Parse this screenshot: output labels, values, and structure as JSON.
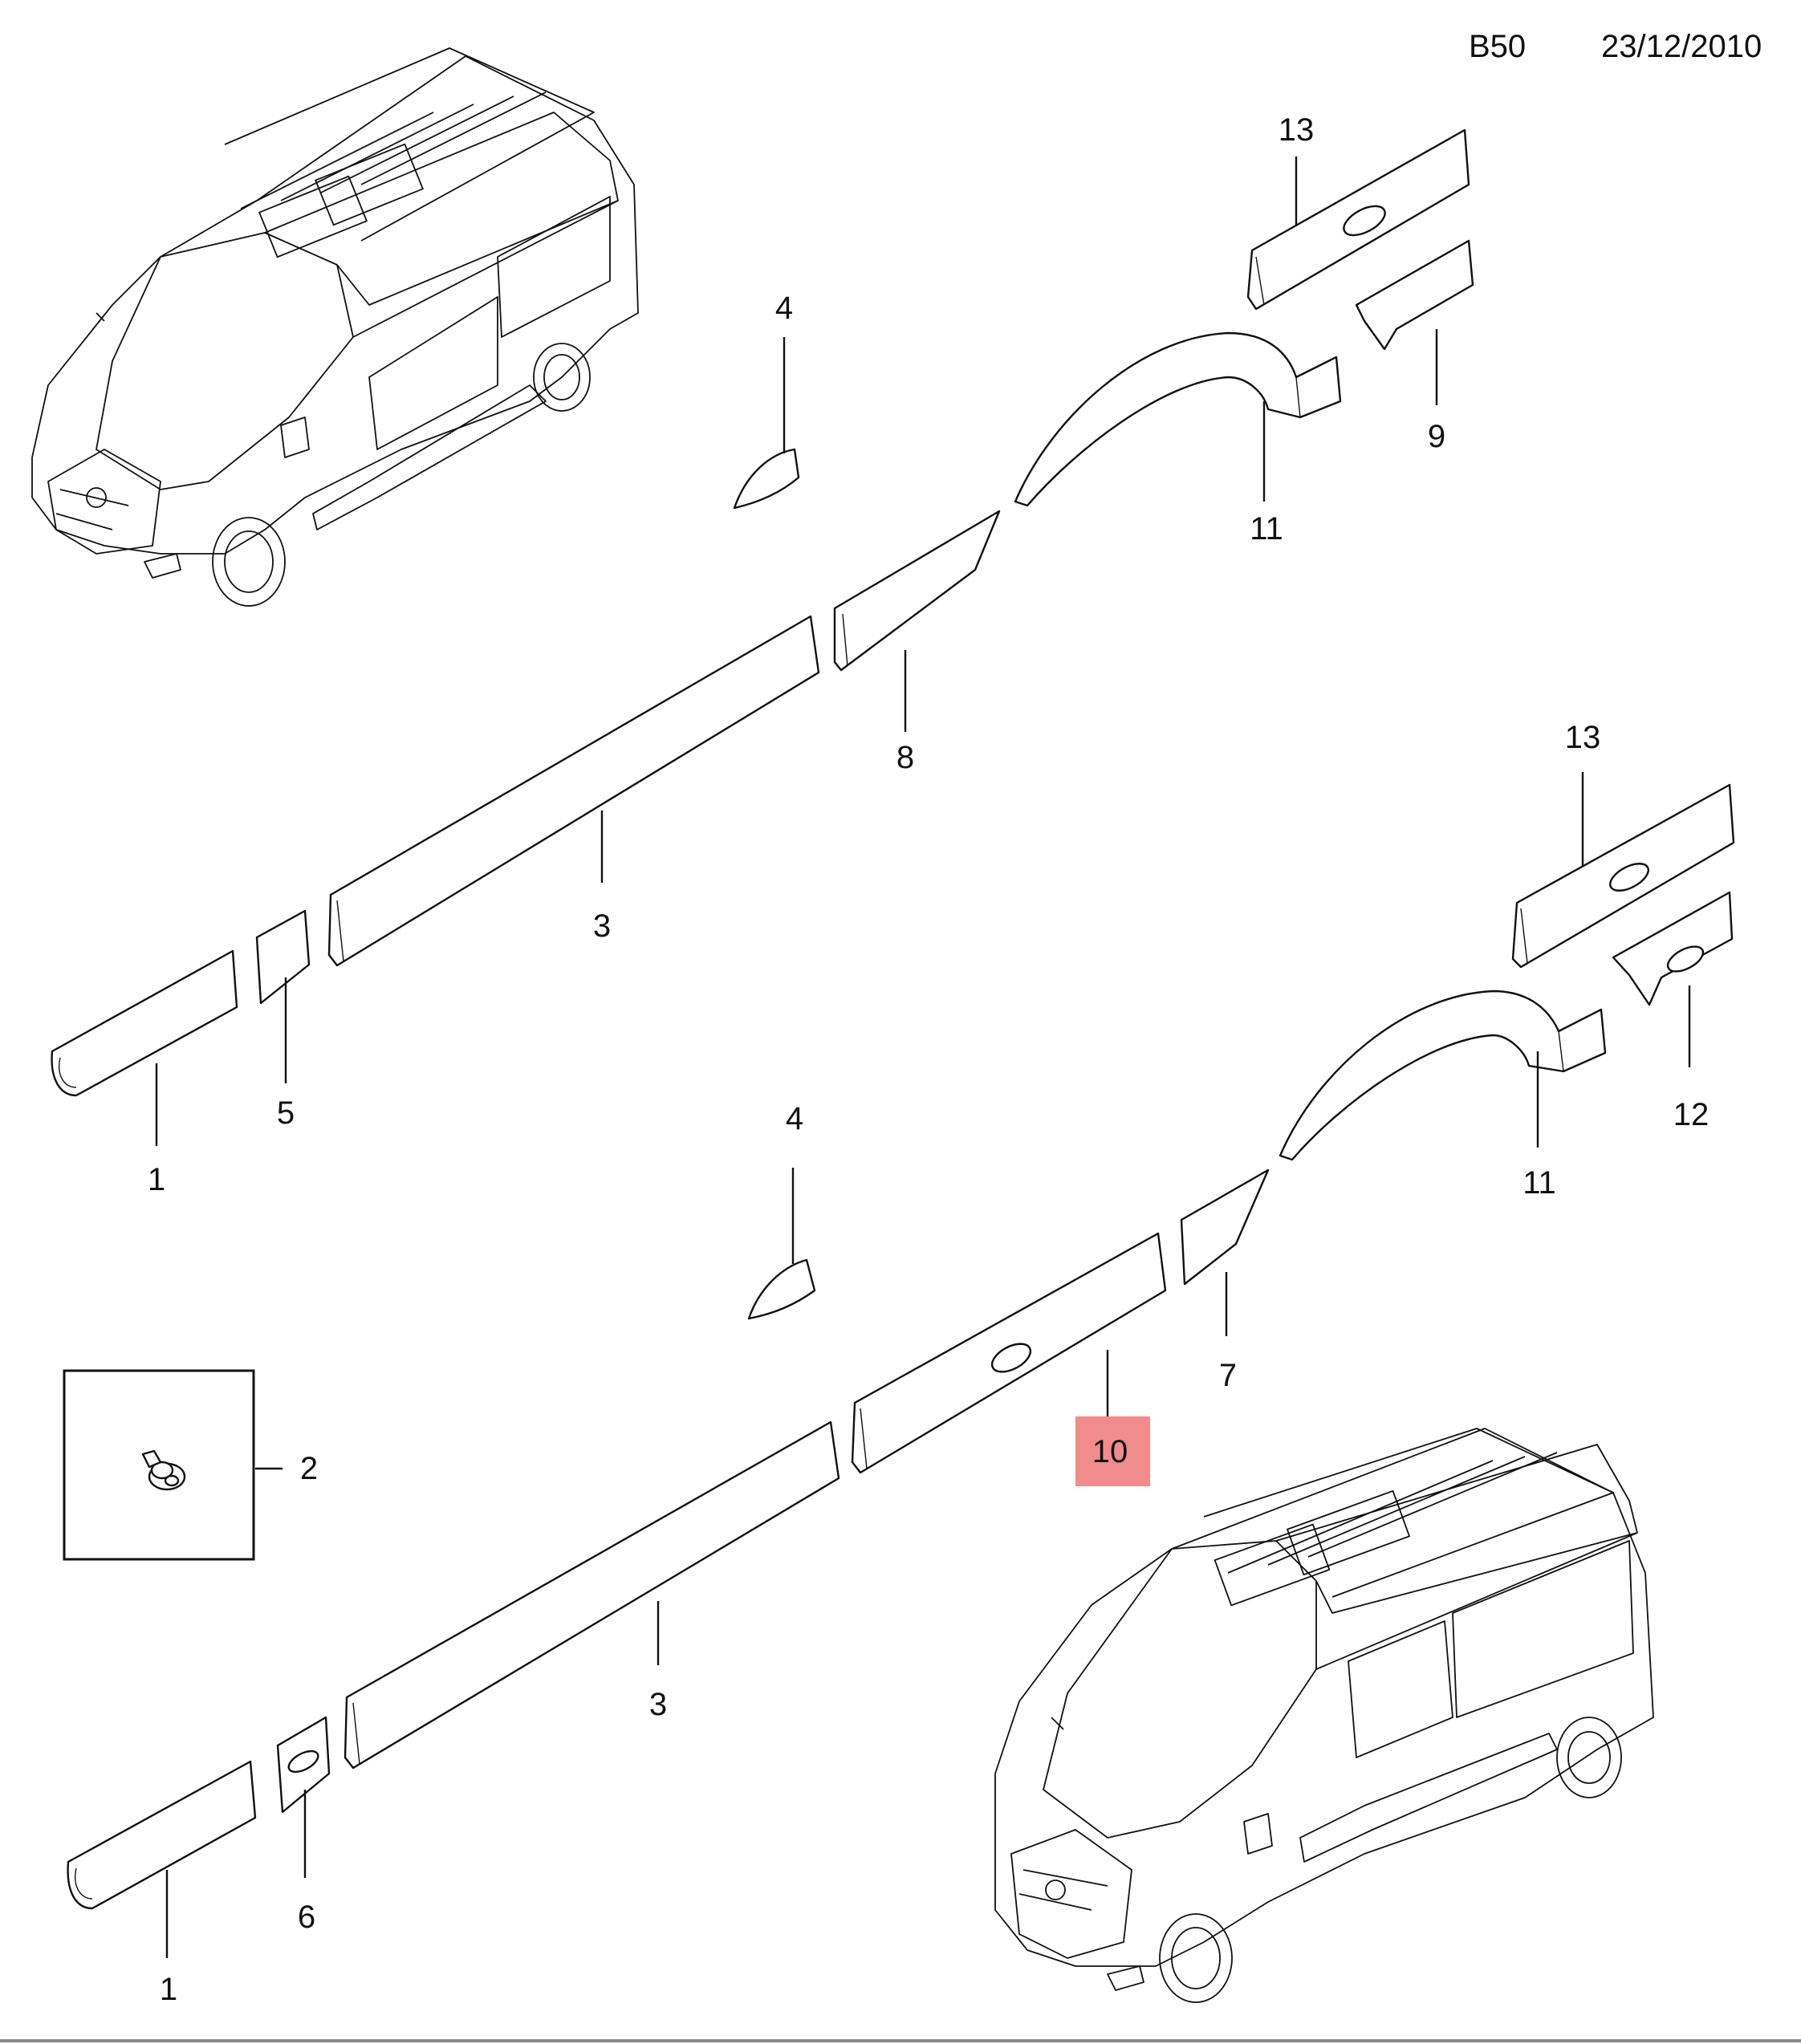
{
  "header": {
    "code": "B50",
    "date": "23/12/2010"
  },
  "callouts": {
    "c13a": "13",
    "c4a": "4",
    "c11a": "11",
    "c9": "9",
    "c8": "8",
    "c3a": "3",
    "c5": "5",
    "c1a": "1",
    "c13b": "13",
    "c12": "12",
    "c11b": "11",
    "c4b": "4",
    "c7": "7",
    "c10": "10",
    "c2": "2",
    "c3b": "3",
    "c6": "6",
    "c1b": "1"
  },
  "highlight": {
    "callout": "10",
    "color": "#f08080"
  },
  "icons": [
    "van-illustration",
    "clip-fastener-icon"
  ]
}
